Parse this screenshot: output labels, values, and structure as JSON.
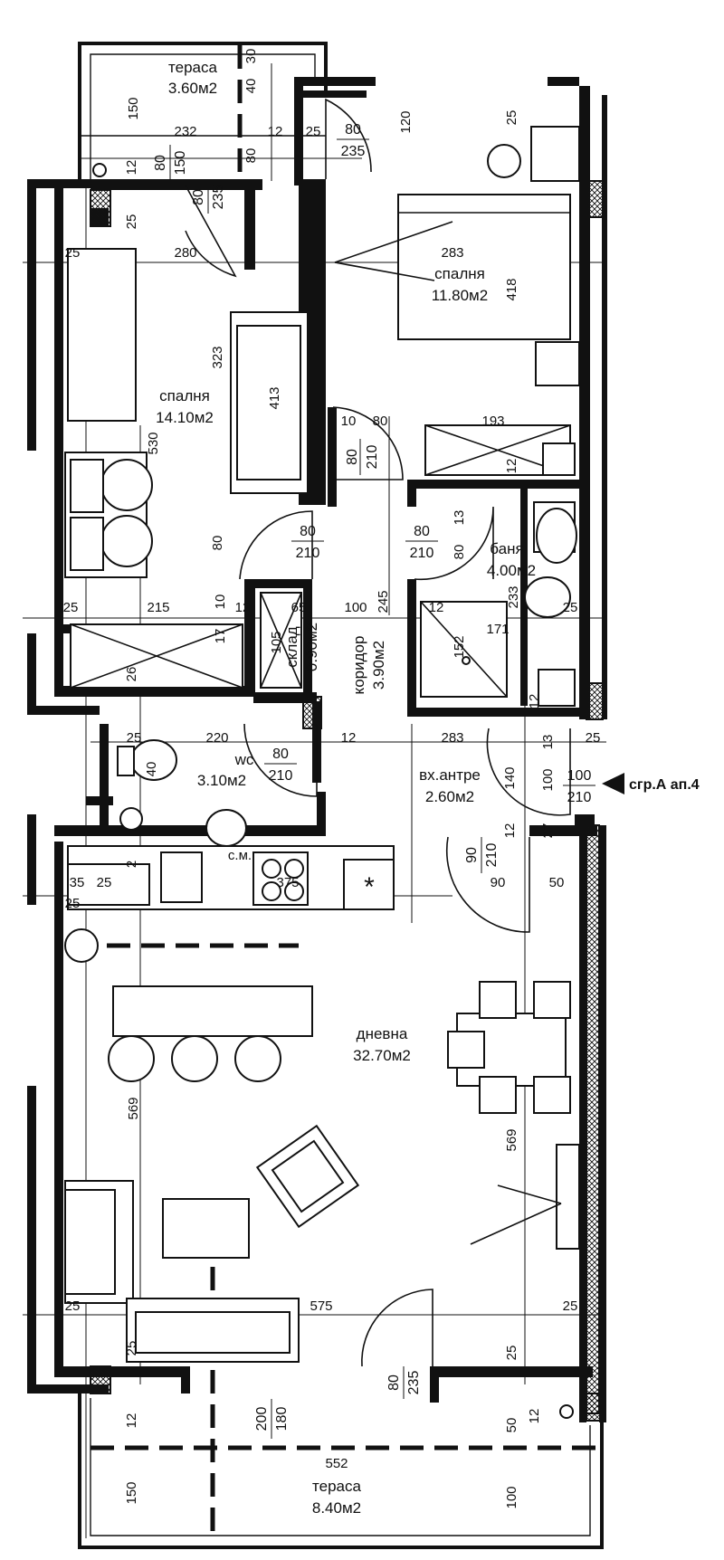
{
  "rooms": {
    "terrace_top": {
      "name": "тераса",
      "area": "3.60м2"
    },
    "bedroom_right": {
      "name": "спалня",
      "area": "11.80м2"
    },
    "bedroom_left": {
      "name": "спалня",
      "area": "14.10м2"
    },
    "bathroom": {
      "name": "баня",
      "area": "4.00м2"
    },
    "storage": {
      "name": "склад",
      "area": "0.90м2"
    },
    "corridor": {
      "name": "коридор",
      "area": "3.90м2"
    },
    "wc": {
      "name": "wc",
      "area": "3.10м2"
    },
    "entrance": {
      "name": "вх.антре",
      "area": "2.60м2"
    },
    "living": {
      "name": "дневна",
      "area": "32.70м2"
    },
    "terrace_bottom": {
      "name": "тераса",
      "area": "8.40м2"
    }
  },
  "entry_label": "сгр.А ап.4",
  "kitchen_label": "с.м.",
  "star_symbol": "*",
  "doors": {
    "d1": {
      "w": "80",
      "h": "235"
    },
    "d2": {
      "w": "80",
      "h": "150"
    },
    "d3": {
      "w": "80",
      "h": "235"
    },
    "d4": {
      "w": "80",
      "h": "210"
    },
    "d5": {
      "w": "80",
      "h": "210"
    },
    "d6": {
      "w": "80",
      "h": "210"
    },
    "d7": {
      "w": "80",
      "h": "210"
    },
    "d8": {
      "w": "100",
      "h": "210"
    },
    "d9": {
      "w": "90",
      "h": "210"
    },
    "d10": {
      "w": "80",
      "h": "235"
    },
    "d11": {
      "w": "200",
      "h": "180"
    }
  },
  "dims": {
    "t150a": "150",
    "t30": "30",
    "t40": "40",
    "t80a": "80",
    "t232": "232",
    "t12a": "12",
    "t25a": "25",
    "t120": "120",
    "t25b": "25",
    "t12b": "12",
    "t25c": "25",
    "t25d": "25",
    "t280": "280",
    "t283a": "283",
    "t418": "418",
    "t323": "323",
    "t413": "413",
    "t530": "530",
    "t10a": "10",
    "t80b": "80",
    "t193": "193",
    "t12c": "12",
    "t13a": "13",
    "t80c": "80",
    "t80d": "80",
    "t25e": "25",
    "t215": "215",
    "t12d": "12",
    "t65": "65",
    "t100a": "100",
    "t245": "245",
    "t10b": "10",
    "t17": "17",
    "t105": "105",
    "t12e": "12",
    "t171": "171",
    "t233": "233",
    "t152": "152",
    "t25f": "25",
    "t26a": "26",
    "t12f": "12",
    "t25g": "25",
    "t220": "220",
    "t12g": "12",
    "t283b": "283",
    "t13b": "13",
    "t25h": "25",
    "t40b": "40",
    "t140": "140",
    "t100b": "100",
    "t12h": "12",
    "t27": "27",
    "t2": "2",
    "t35": "35",
    "t25i": "25",
    "t25j": "25",
    "t375": "375",
    "t90": "90",
    "t50a": "50",
    "t569a": "569",
    "t569b": "569",
    "t25k": "25",
    "t575": "575",
    "t25l": "25",
    "t25m": "25",
    "t25n": "25",
    "t12i": "12",
    "t50b": "50",
    "t12j": "12",
    "t552": "552",
    "t150b": "150",
    "t100c": "100"
  }
}
